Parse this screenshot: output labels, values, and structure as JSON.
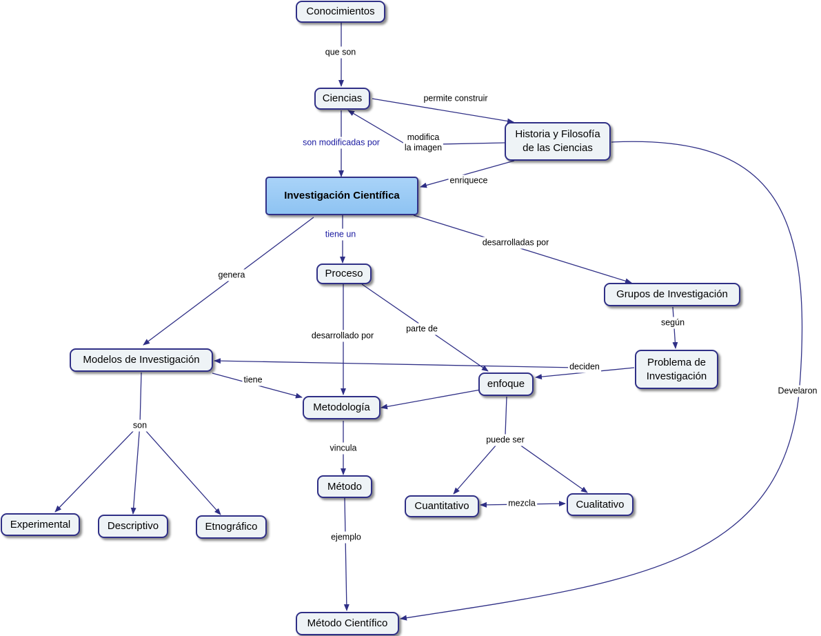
{
  "colors": {
    "edge": "#2f2f86",
    "node_fill": "#eef3f6",
    "main_fill": "#8ec3f2",
    "blue_text": "#1a1aa0"
  },
  "nodes": {
    "conocimientos": "Conocimientos",
    "ciencias": "Ciencias",
    "historia": "Historia y Filosofía\nde las Ciencias",
    "investigacion": "Investigación Científica",
    "proceso": "Proceso",
    "grupos": "Grupos de Investigación",
    "modelos": "Modelos de Investigación",
    "problema": "Problema de\nInvestigación",
    "enfoque": "enfoque",
    "metodologia": "Metodología",
    "metodo": "Método",
    "cuantitativo": "Cuantitativo",
    "cualitativo": "Cualitativo",
    "experimental": "Experimental",
    "descriptivo": "Descriptivo",
    "etnografico": "Etnográfico",
    "metodo_cientifico": "Método Científico"
  },
  "links": {
    "que_son": "que son",
    "permite_construir": "permite construir",
    "modifica": "modifica\nla imagen",
    "son_modificadas": "son modificadas por",
    "enriquece": "enriquece",
    "tiene_un": "tiene un",
    "desarrolladas": "desarrolladas por",
    "genera": "genera",
    "desarrollado": "desarrollado por",
    "parte_de": "parte de",
    "segun": "según",
    "deciden": "deciden",
    "tiene": "tiene",
    "son": "son",
    "vincula": "vincula",
    "puede_ser": "puede ser",
    "mezcla": "mezcla",
    "ejemplo": "ejemplo",
    "develaron": "Develaron"
  }
}
